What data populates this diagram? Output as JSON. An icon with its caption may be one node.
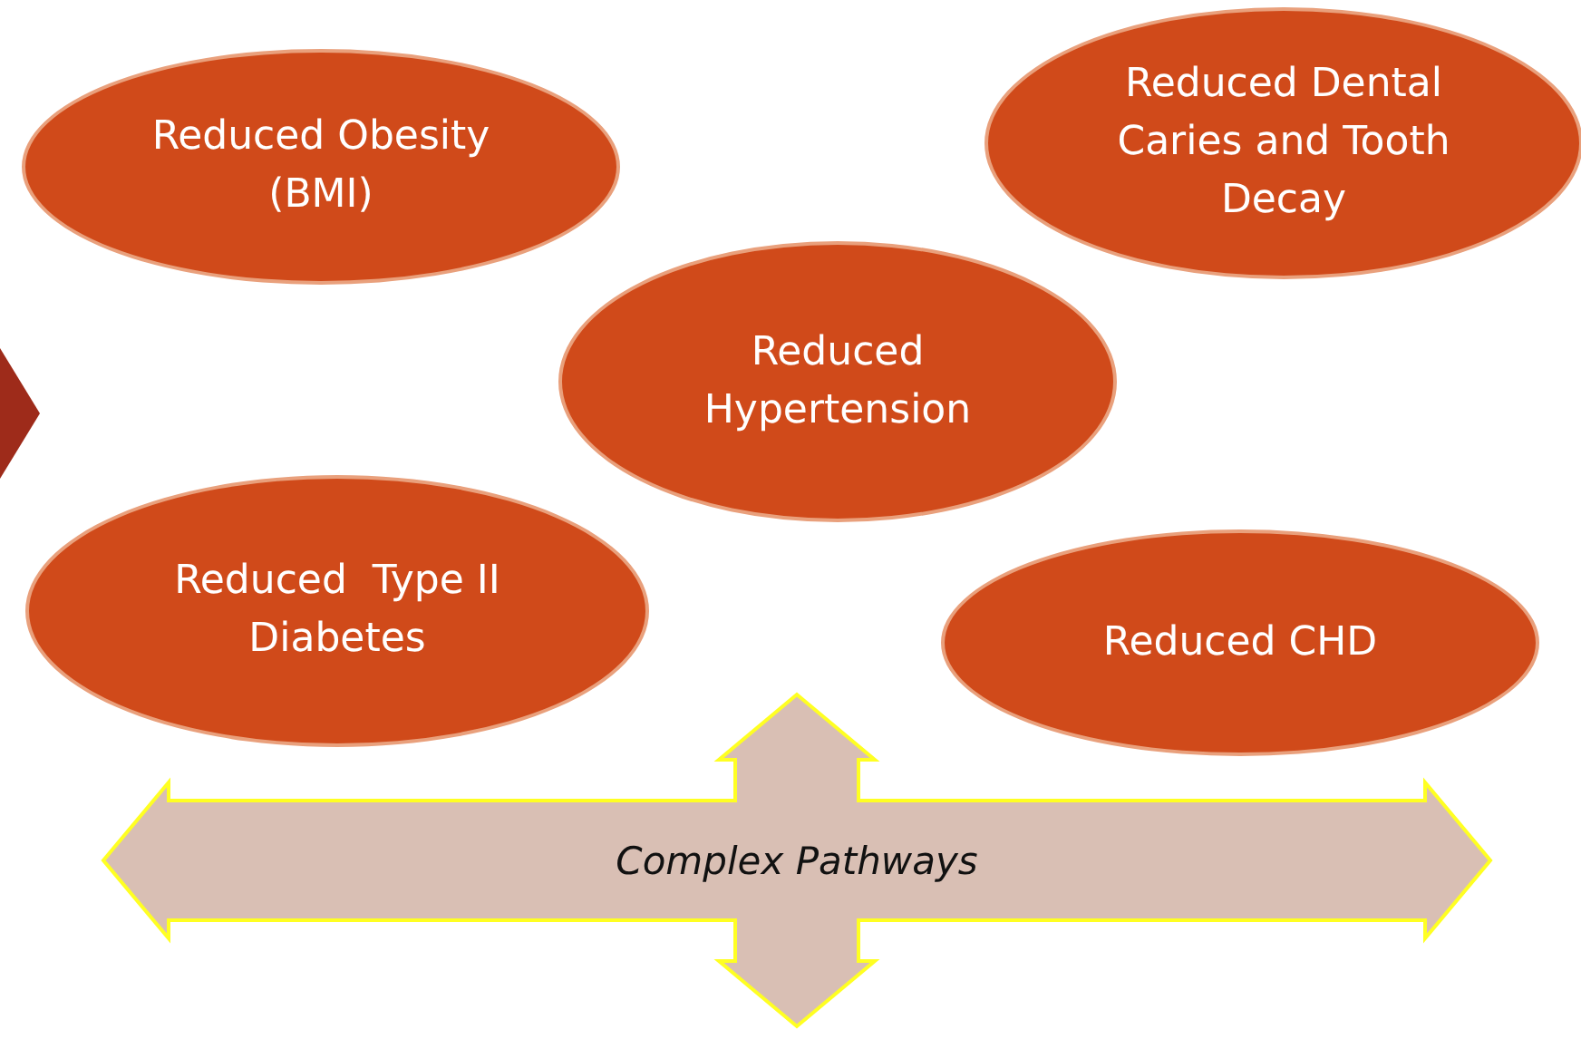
{
  "diagram": {
    "nodes": [
      {
        "text": [
          "Reduced Obesity (BMI)"
        ]
      },
      {
        "text": [
          "Reduced Dental Caries and Tooth Decay"
        ]
      },
      {
        "text": [
          "Reduced Hypertension"
        ]
      },
      {
        "text": [
          "Reduced  Type II Diabetes"
        ]
      },
      {
        "text": [
          "Reduced CHD"
        ]
      },
      {
        "text": [
          "Complex Pathways"
        ]
      },
      {
        "text": [],
        "shape": "arrow"
      }
    ]
  }
}
